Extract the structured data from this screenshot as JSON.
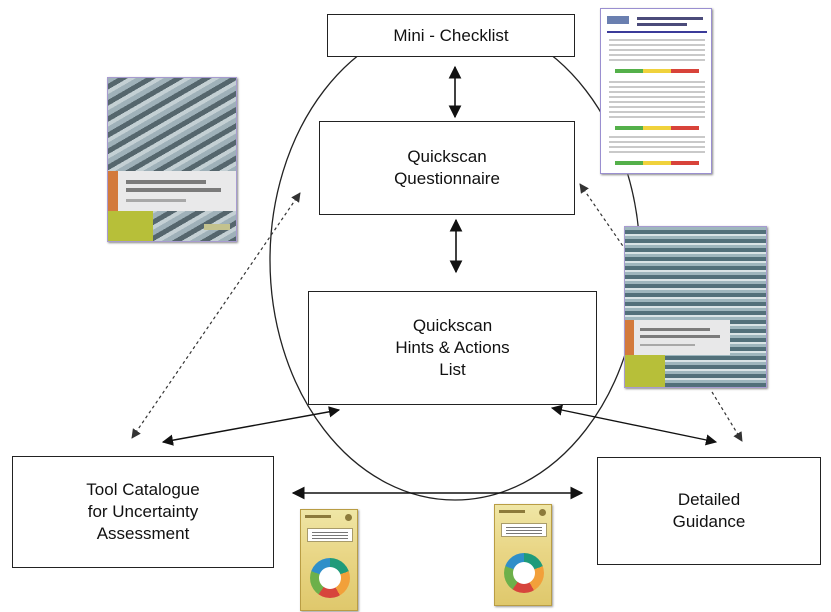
{
  "nodes": {
    "mini_checklist": "Mini - Checklist",
    "qs_questionnaire": [
      "Quickscan",
      "Questionnaire"
    ],
    "qs_hints": [
      "Quickscan",
      "Hints & Actions",
      "List"
    ],
    "tool_catalogue": [
      "Tool Catalogue",
      "for Uncertainty",
      "Assessment"
    ],
    "detailed_guidance": [
      "Detailed",
      "Guidance"
    ]
  },
  "colors": {
    "outline": "#222222",
    "arrow": "#111111",
    "dashed_arrow": "#555555"
  },
  "icons": {
    "report_cover": "report-cover-icon",
    "checklist_page": "checklist-page-icon",
    "booklet": "booklet-icon"
  }
}
